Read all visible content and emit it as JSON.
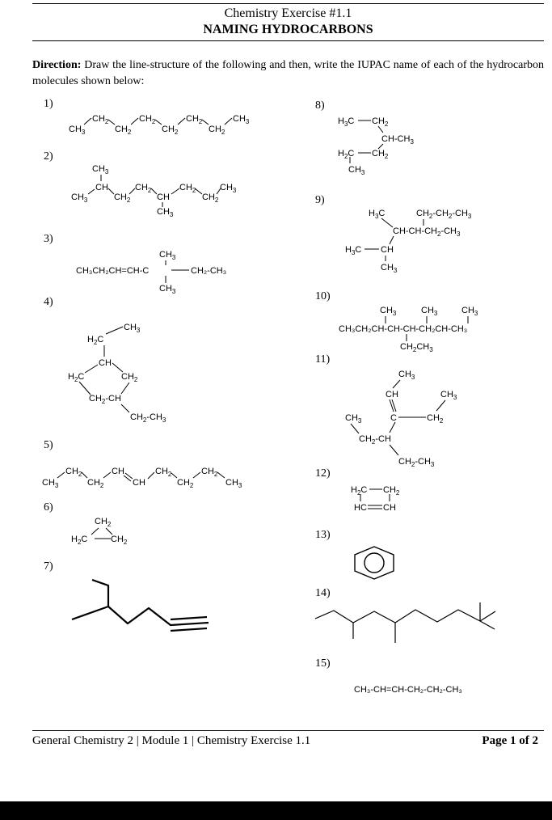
{
  "header": {
    "title": "Chemistry Exercise #1.1",
    "subtitle": "NAMING HYDROCARBONS"
  },
  "direction": {
    "label": "Direction:",
    "text": "Draw the line-structure of the following and then, write the IUPAC name of each of the hydrocarbon molecules shown below:"
  },
  "items": [
    {
      "number": "1)"
    },
    {
      "number": "2)"
    },
    {
      "number": "3)",
      "formula_left": "CH₃CH₂CH=CH-C",
      "formula_right": "CH₂-CH₃"
    },
    {
      "number": "4)"
    },
    {
      "number": "5)"
    },
    {
      "number": "6)"
    },
    {
      "number": "7)"
    },
    {
      "number": "8)"
    },
    {
      "number": "9)"
    },
    {
      "number": "10)",
      "formula": "CH₃CH₂CH-CH-CH-CH₂CH-CH₃"
    },
    {
      "number": "11)"
    },
    {
      "number": "12)"
    },
    {
      "number": "13)"
    },
    {
      "number": "14)"
    },
    {
      "number": "15)",
      "formula": "CH₃-CH=CH-CH₂-CH₂-CH₃"
    }
  ],
  "footer": {
    "left": "General Chemistry 2 | Module 1 | Chemistry Exercise 1.1",
    "right": "Page 1 of 2"
  }
}
